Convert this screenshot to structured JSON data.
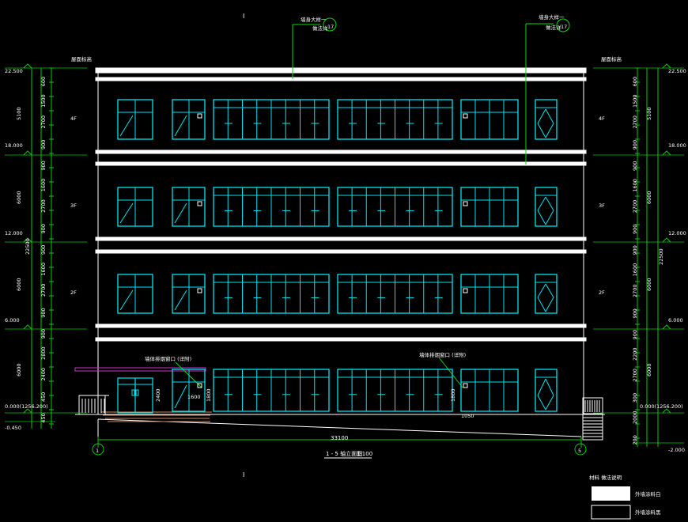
{
  "drawing": {
    "title": "1 - 5 轴立面图",
    "scale": "1:100",
    "total_width_dim": "33100",
    "colors": {
      "background": "#000000",
      "outline": "#ffffff",
      "window": "#00e5ee",
      "dimension": "#00cc00",
      "leader": "#00dd00",
      "canopy": "#cc33cc",
      "ground": "#ffffff"
    }
  },
  "axes": {
    "left": "1",
    "right": "5"
  },
  "callouts": {
    "top_left_a": "墙身大样一",
    "top_left_b": "做法详",
    "top_left_num": "17",
    "top_right_a": "墙身大样一",
    "top_right_b": "做法详",
    "top_right_num": "17",
    "window_note_left": "墙体排烟窗口 (详附)",
    "window_note_right": "墙体排烟窗口 (详附)"
  },
  "dims": {
    "door_width": "1600",
    "door_height": "2400",
    "sill_height": "1800",
    "sill_height_right": "1800",
    "right_window_width": "1050"
  },
  "left_elevations": {
    "roof_note": "屋面标高",
    "top": "22.500",
    "e18": "18.000",
    "e12": "12.000",
    "e6": "6.000",
    "e0": "0.000(1256.200)",
    "minus": "-0.450",
    "total": "22500",
    "floor_dims": [
      "5100",
      "6000",
      "6000",
      "6000"
    ],
    "segments": [
      "600",
      "1500",
      "2700",
      "900",
      "900",
      "1600",
      "2700",
      "900",
      "900",
      "1600",
      "2700",
      "900",
      "900",
      "2800",
      "2400",
      "450",
      "450"
    ]
  },
  "right_elevations": {
    "roof_note": "屋面标高",
    "top": "22.500",
    "e18": "18.000",
    "e12": "12.000",
    "e6": "6.000",
    "e0": "0.000(1256.200)",
    "minus": "-2.000",
    "total": "22500",
    "floor_dims": [
      "5100",
      "6000",
      "6000",
      "6000"
    ],
    "segments": [
      "600",
      "1500",
      "2700",
      "900",
      "900",
      "1600",
      "2700",
      "900",
      "900",
      "1600",
      "2700",
      "900",
      "900",
      "2200",
      "2700",
      "300",
      "2000",
      "200"
    ]
  },
  "floor_tags": [
    "4F",
    "3F",
    "2F"
  ],
  "legend": {
    "title": "材料 做法说明",
    "item1": "外墙涂料白",
    "item2": "外墙涂料黑"
  },
  "marks": {
    "section_mark_top": "I",
    "section_mark_bottom": "I"
  }
}
